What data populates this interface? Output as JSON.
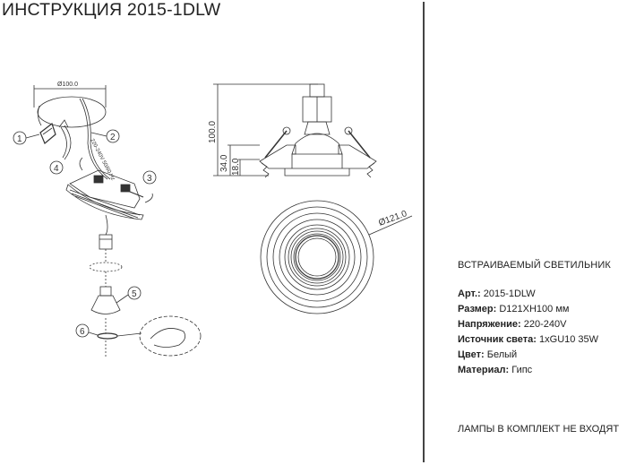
{
  "document": {
    "title": "ИНСТРУКЦИЯ 2015-1DLW"
  },
  "installation_diagram": {
    "dimension_top": "Ø100.0",
    "voltage_label": "220-240V 50/60 Hz",
    "callouts": [
      "1",
      "2",
      "3",
      "4",
      "5",
      "6"
    ]
  },
  "side_view": {
    "height_total": "100.0",
    "height_mid": "34.0",
    "height_low": "18.0"
  },
  "top_view": {
    "diameter": "Ø121.0"
  },
  "product": {
    "heading": "ВСТРАИВАЕМЫЙ СВЕТИЛЬНИК",
    "specs": [
      {
        "label": "Арт.:",
        "value": "2015-1DLW"
      },
      {
        "label": "Размер:",
        "value": "D121XH100 мм"
      },
      {
        "label": "Напряжение:",
        "value": "220-240V"
      },
      {
        "label": "Источник света:",
        "value": "1xGU10 35W"
      },
      {
        "label": "Цвет:",
        "value": "Белый"
      },
      {
        "label": "Материал:",
        "value": "Гипс"
      }
    ],
    "note": "ЛАМПЫ В КОМПЛЕКТ НЕ ВХОДЯТ"
  }
}
